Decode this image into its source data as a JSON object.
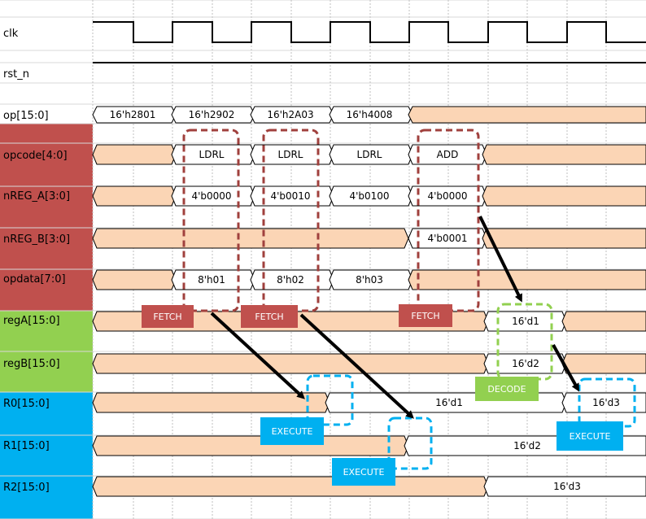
{
  "signals": [
    {
      "id": "clk",
      "label": "clk",
      "group": "none"
    },
    {
      "id": "rst_n",
      "label": "rst_n",
      "group": "none"
    },
    {
      "id": "op",
      "label": "op[15:0]",
      "group": "none",
      "segments": [
        "16'h2801",
        "16'h2902",
        "16'h2A03",
        "16'h4008",
        ""
      ]
    },
    {
      "id": "opcode",
      "label": "opcode[4:0]",
      "group": "red",
      "segments": [
        "",
        "LDRL",
        "LDRL",
        "LDRL",
        "ADD",
        ""
      ]
    },
    {
      "id": "nrega",
      "label": "nREG_A[3:0]",
      "group": "red",
      "segments": [
        "",
        "4'b0000",
        "4'b0010",
        "4'b0100",
        "4'b0000",
        ""
      ]
    },
    {
      "id": "nregb",
      "label": "nREG_B[3:0]",
      "group": "red",
      "segments": [
        "",
        "4'b0001",
        ""
      ]
    },
    {
      "id": "opdata",
      "label": "opdata[7:0]",
      "group": "red",
      "segments": [
        "",
        "8'h01",
        "8'h02",
        "8'h03",
        ""
      ]
    },
    {
      "id": "rega",
      "label": "regA[15:0]",
      "group": "green",
      "segments": [
        "",
        "16'd1",
        ""
      ]
    },
    {
      "id": "regb",
      "label": "regB[15:0]",
      "group": "green",
      "segments": [
        "",
        "16'd2",
        ""
      ]
    },
    {
      "id": "r0",
      "label": "R0[15:0]",
      "group": "blue",
      "segments": [
        "",
        "16'd1",
        "16'd3"
      ]
    },
    {
      "id": "r1",
      "label": "R1[15:0]",
      "group": "blue",
      "segments": [
        "",
        "16'd2"
      ]
    },
    {
      "id": "r2",
      "label": "R2[15:0]",
      "group": "blue",
      "segments": [
        "",
        "16'd3"
      ]
    }
  ],
  "tags": {
    "fetch": "FETCH",
    "decode": "DECODE",
    "execute": "EXECUTE"
  },
  "colors": {
    "red_group": "#c0504d",
    "green_group": "#92d050",
    "blue_group": "#00b0f0",
    "bus_fill": "#fbd5b5",
    "fetch_box": "#c0504d",
    "fetch_dash": "#a0403d",
    "decode_box": "#92d050",
    "execute_box": "#00b0f0"
  }
}
